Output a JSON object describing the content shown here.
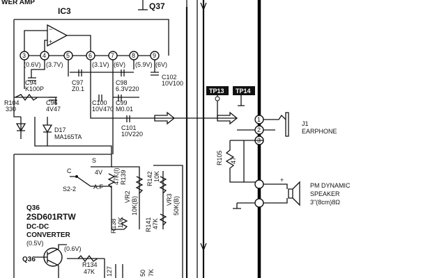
{
  "header": {
    "amp_fragment": "WER AMP",
    "ic_label": "IC3",
    "q37_label": "Q37"
  },
  "ic_pins": [
    "3",
    "4",
    "5",
    "6",
    "7",
    "8",
    "9"
  ],
  "pin_voltages": [
    "(0.6V)",
    "(3.7V)",
    "(3.1V)",
    "(6V)",
    "(5.9V)",
    "(6V)"
  ],
  "caps": {
    "c94": [
      "C94",
      "K100P"
    ],
    "c97": [
      "C97",
      "Z0.1"
    ],
    "c98": [
      "C98",
      "6.3V220"
    ],
    "c102": [
      "C102",
      "10V100"
    ],
    "c96": [
      "C96",
      "4V47"
    ],
    "c100": [
      "C100",
      "10V470"
    ],
    "c99": [
      "C99",
      "M0.01"
    ],
    "c101": [
      "C101",
      "10V220"
    ]
  },
  "resistors": {
    "r104": [
      "R104",
      "330"
    ],
    "r105": [
      "R105",
      "47"
    ],
    "r139": [
      "R139",
      "47K(I)"
    ],
    "r142": [
      "R142",
      "10K"
    ],
    "vr2": [
      "VR2",
      "10K(B)"
    ],
    "vr3": [
      "VR3",
      "50K(B)"
    ],
    "r138": [
      "R138",
      "10K"
    ],
    "r141": [
      "R141",
      "47K"
    ],
    "r134": [
      "R134",
      "47K"
    ]
  },
  "diode": [
    "D17",
    "MA165TA"
  ],
  "switch": {
    "c": "C",
    "s": "S",
    "v4": "4V",
    "af": "A.F",
    "name": "S2-2"
  },
  "test_points": [
    "TP13",
    "TP14"
  ],
  "jack_pins": [
    "1",
    "2",
    "3"
  ],
  "earphone": [
    "J1",
    "EARPHONE"
  ],
  "speaker": [
    "PM DYNAMIC",
    "SPEAKER",
    "3\"(8cm)8Ω"
  ],
  "q36": {
    "name": "Q36",
    "part": "2SD601RTW",
    "func1": "DC-DC",
    "func2": "CONVERTER",
    "tag": "Q36",
    "v1": "(0.5V)",
    "v2": "(0.6V)"
  },
  "bottom_fragments": [
    "127",
    "50",
    "7K"
  ]
}
